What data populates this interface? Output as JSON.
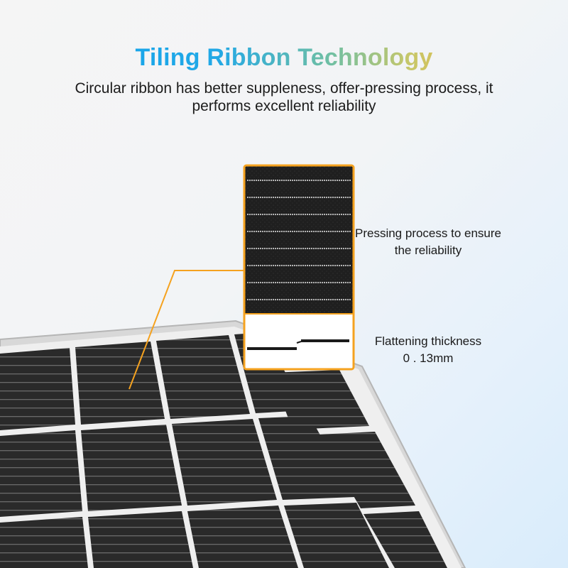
{
  "header": {
    "title": "Tiling Ribbon Technology",
    "subtitle": "Circular ribbon has better suppleness, offer-pressing process, it performs excellent reliability"
  },
  "callouts": {
    "pressing": "Pressing process to ensure the reliability",
    "flattening_label": "Flattening thickness",
    "flattening_value": "0 . 13mm"
  },
  "colors": {
    "accent_orange": "#f5a21f",
    "title_blue": "#0aa3ef",
    "cell_dark": "#2b2b2b",
    "ribbon_lines": "#e8e8e8"
  },
  "icons": [
    "solar-panel-image",
    "zoom-callout-frame",
    "leader-line"
  ]
}
